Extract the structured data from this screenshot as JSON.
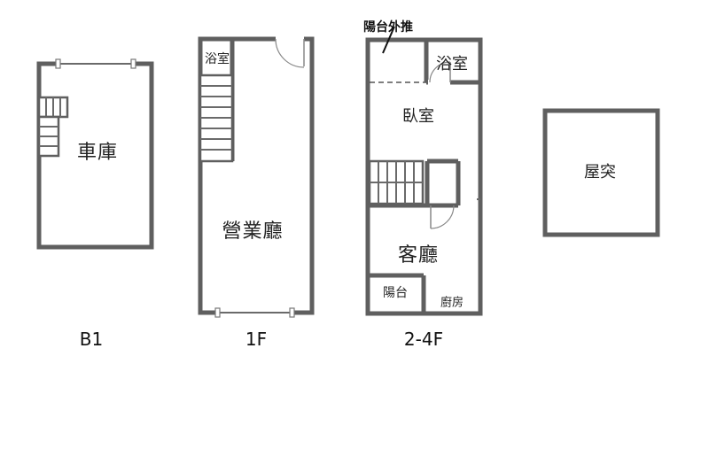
{
  "floors": {
    "b1": {
      "label": "B1",
      "rooms": {
        "garage": "車庫"
      }
    },
    "f1": {
      "label": "1F",
      "rooms": {
        "bathroom": "浴室",
        "business_hall": "營業廳"
      }
    },
    "f2_4": {
      "label": "2-4F",
      "rooms": {
        "bedroom": "臥室",
        "bathroom": "浴室",
        "living_room": "客廳",
        "balcony": "陽台",
        "kitchen": "廚房"
      },
      "note": "陽台外推"
    },
    "roof": {
      "rooms": {
        "rooftop": "屋突"
      }
    }
  },
  "colors": {
    "wall": "#5f5f5f",
    "text": "#222222",
    "background": "#ffffff"
  }
}
